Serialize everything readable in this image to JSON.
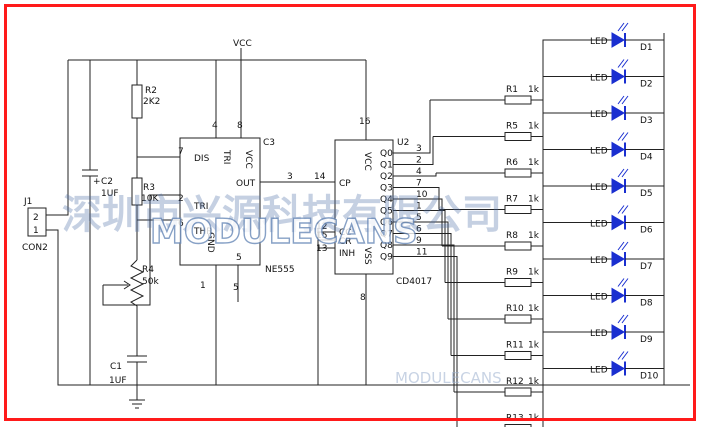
{
  "colors": {
    "wire": "#222222",
    "led": "#1a2fd0",
    "frame": "#ff1a1a",
    "watermark": "#4d6fa8"
  },
  "power": {
    "vcc": "VCC"
  },
  "connector": {
    "ref": "J1",
    "part": "CON2",
    "pin2": "2",
    "pin1": "1"
  },
  "c2": {
    "ref": "C2",
    "value": "1UF",
    "polarity": "+"
  },
  "c1": {
    "ref": "C1",
    "value": "1UF"
  },
  "r2": {
    "ref": "R2",
    "value": "2K2"
  },
  "r3": {
    "ref": "R3",
    "value": "10K"
  },
  "r4": {
    "ref": "R4",
    "value": "50k"
  },
  "ne555": {
    "ref": "C3",
    "part": "NE555",
    "dis": "DIS",
    "thr": "THR",
    "tri": "TRI",
    "tri_top": "TRI",
    "vcc": "VCC",
    "out": "OUT",
    "gnd": "GND",
    "p7": "7",
    "p2": "2",
    "p6": "6",
    "p4": "4",
    "p8": "8",
    "p3": "3",
    "p5": "5",
    "p1": "1"
  },
  "cd4017": {
    "ref": "U2",
    "part": "CD4017",
    "cp": "CP",
    "cc": "CC",
    "cr": "CR",
    "inh": "INH",
    "vss": "VSS",
    "vcc": "VCC",
    "p14": "14",
    "p12": "12",
    "p15": "15",
    "p13": "13",
    "p16": "16",
    "p8": "8",
    "outputs": [
      "Q0",
      "Q1",
      "Q2",
      "Q3",
      "Q4",
      "Q5",
      "Q6",
      "Q7",
      "Q8",
      "Q9"
    ],
    "pins": [
      "3",
      "2",
      "4",
      "7",
      "10",
      "1",
      "5",
      "6",
      "9",
      "11"
    ]
  },
  "net": {
    "n3": "3"
  },
  "resistors": [
    {
      "ref": "R1",
      "value": "1k"
    },
    {
      "ref": "R5",
      "value": "1k"
    },
    {
      "ref": "R6",
      "value": "1k"
    },
    {
      "ref": "R7",
      "value": "1k"
    },
    {
      "ref": "R8",
      "value": "1k"
    },
    {
      "ref": "R9",
      "value": "1k"
    },
    {
      "ref": "R10",
      "value": "1k"
    },
    {
      "ref": "R11",
      "value": "1k"
    },
    {
      "ref": "R12",
      "value": "1k"
    },
    {
      "ref": "R13",
      "value": "1k"
    }
  ],
  "leds": [
    {
      "label": "LED",
      "ref": "D1"
    },
    {
      "label": "LED",
      "ref": "D2"
    },
    {
      "label": "LED",
      "ref": "D3"
    },
    {
      "label": "LED",
      "ref": "D4"
    },
    {
      "label": "LED",
      "ref": "D5"
    },
    {
      "label": "LED",
      "ref": "D6"
    },
    {
      "label": "LED",
      "ref": "D7"
    },
    {
      "label": "LED",
      "ref": "D8"
    },
    {
      "label": "LED",
      "ref": "D9"
    },
    {
      "label": "LED",
      "ref": "D10"
    }
  ],
  "watermark": {
    "cn": "深圳市兴源科技有限公司",
    "en": "MODULECANS"
  }
}
